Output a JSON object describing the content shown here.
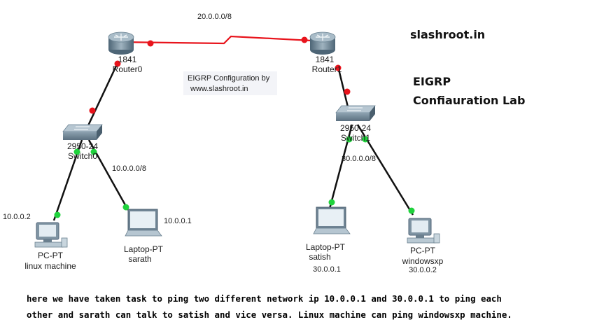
{
  "devices": {
    "router0": {
      "model": "1841",
      "name": "Router0"
    },
    "router1": {
      "model": "1841",
      "name": "Router1"
    },
    "switch0": {
      "model": "2950-24",
      "name": "Switch0"
    },
    "switch1": {
      "model": "2950-24",
      "name": "Switch1"
    },
    "pc_linux": {
      "type": "PC-PT",
      "name": "linux machine",
      "ip": "10.0.0.2"
    },
    "laptop_sarath": {
      "type": "Laptop-PT",
      "name": "sarath",
      "ip": "10.0.0.1"
    },
    "laptop_satish": {
      "type": "Laptop-PT",
      "name": "satish",
      "ip": "30.0.0.1"
    },
    "pc_windowsxp": {
      "type": "PC-PT",
      "name": "windowsxp",
      "ip": "30.0.0.2"
    }
  },
  "networks": {
    "wan": "20.0.0.0/8",
    "left_lan": "10.0.0.0/8",
    "right_lan": "30.0.0.0/8"
  },
  "note": {
    "line1": "EIGRP Configuration by",
    "line2": "www.slashroot.in"
  },
  "heading": {
    "site": "slashroot.in",
    "title_line1": "EIGRP",
    "title_line2": "Confiauration Lab"
  },
  "description": {
    "line1": "here we have taken task to ping two different network ip 10.0.0.1 and 30.0.0.1 to ping each",
    "line2": "other and sarath can talk to satish and vice versa. Linux machine can ping windowsxp machine."
  },
  "colors": {
    "serial_link": "#e8141c",
    "lan_link": "#111111",
    "port_up": "#1fd23c",
    "port_down": "#e8141c"
  }
}
